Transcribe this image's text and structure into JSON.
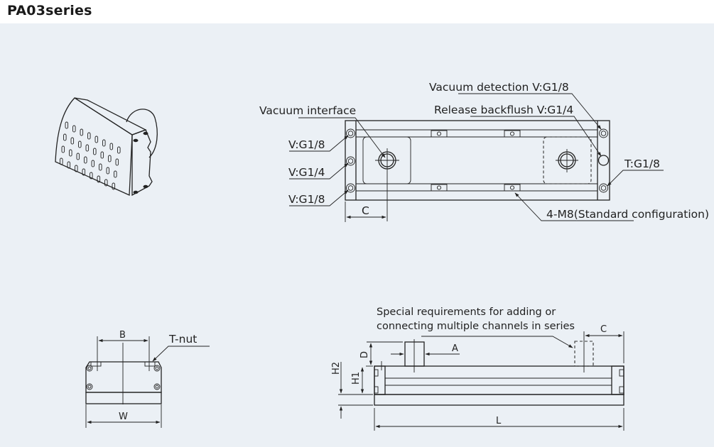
{
  "header": {
    "title": "PA03series"
  },
  "top_view": {
    "callouts": {
      "vacuum_interface": "Vacuum interface",
      "vacuum_detection": "Vacuum detection V:G1/8",
      "release_backflush": "Release backflush V:G1/4",
      "left_port_top": "V:G1/8",
      "left_port_middle": "V:G1/4",
      "left_port_bottom": "V:G1/8",
      "right_port": "T:G1/8",
      "mounting": "4-M8(Standard configuration)"
    },
    "dimensions": {
      "c": "C"
    }
  },
  "end_view": {
    "callouts": {
      "t_nut": "T-nut"
    },
    "dimensions": {
      "b": "B",
      "w": "W"
    }
  },
  "side_view": {
    "note_line1": "Special requirements for adding or",
    "note_line2": "connecting multiple channels in series",
    "dimensions": {
      "a": "A",
      "c": "C",
      "d": "D",
      "h1": "H1",
      "h2": "H2",
      "l": "L"
    }
  }
}
